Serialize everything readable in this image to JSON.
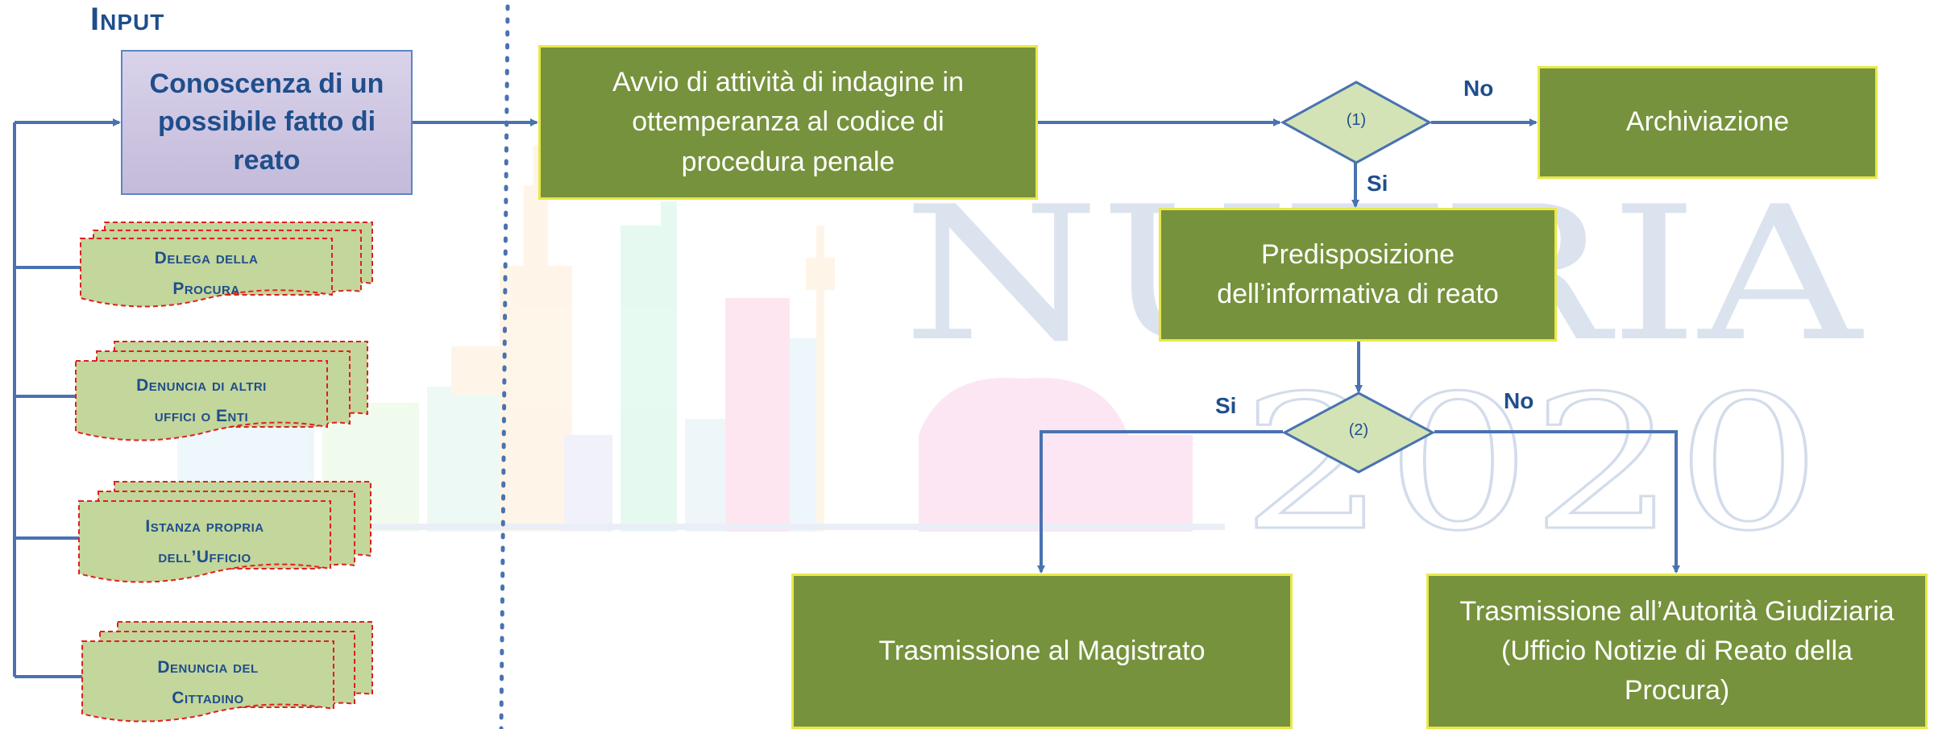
{
  "input_heading": "Input",
  "input_box": "Conoscenza di un possibile fatto di reato",
  "sources": [
    {
      "line1": "Delega della",
      "line2": "Procura"
    },
    {
      "line1": "Denuncia di altri",
      "line2": "uffici o Enti"
    },
    {
      "line1": "Istanza propria",
      "line2": "dell’Ufficio"
    },
    {
      "line1": "Denuncia del",
      "line2": "Cittadino"
    }
  ],
  "avvio_box": "Avvio di attività di indagine in ottemperanza al codice di procedura penale",
  "decision1": "(1)",
  "decision1_no": "No",
  "decision1_si": "Si",
  "archiviazione": "Archiviazione",
  "predisposizione": "Predisposizione dell’informativa di reato",
  "decision2": "(2)",
  "decision2_si": "Si",
  "decision2_no": "No",
  "magistrato": "Trasmissione al Magistrato",
  "autorita": "Trasmissione all’Autorità Giudiziaria (Ufficio Notizie di Reato della Procura)",
  "watermark_line1": "NUTRIA",
  "watermark_line2": "2020",
  "colors": {
    "process_fill": "#76923c",
    "process_border": "#e8e84a",
    "arrow": "#4a72b0",
    "text_blue": "#1f4e8c",
    "doc_fill": "#c3d69b",
    "doc_border": "#e02020"
  }
}
